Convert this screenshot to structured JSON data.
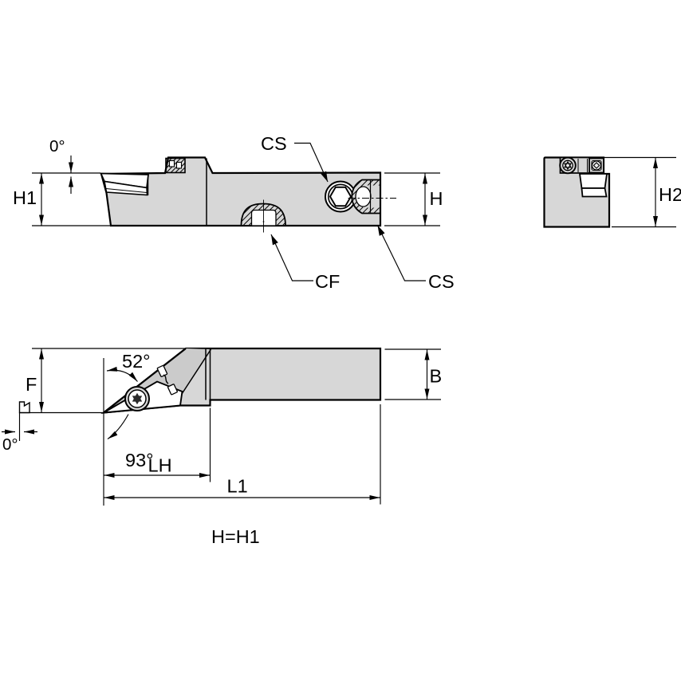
{
  "drawing": {
    "type": "technical-drawing",
    "description": "Turning tool holder engineering drawing, three orthographic views with dimension labels"
  },
  "colors": {
    "background": "#ffffff",
    "line": "#000000",
    "body_fill": "#d7d7d7",
    "wedge_fill": "#cbcbcb",
    "inner_fill": "#efefef",
    "white": "#ffffff"
  },
  "side_view": {
    "h1": "H1",
    "zero_deg": "0°",
    "cs_top": "CS",
    "cf": "CF",
    "cs_side": "CS",
    "h": "H"
  },
  "end_view": {
    "h2": "H2"
  },
  "top_view": {
    "f": "F",
    "angle_52": "52°",
    "angle_93": "93°",
    "zero_deg": "0°",
    "lh": "LH",
    "l1": "L1",
    "b": "B"
  },
  "note": {
    "equality": "H=H1"
  }
}
